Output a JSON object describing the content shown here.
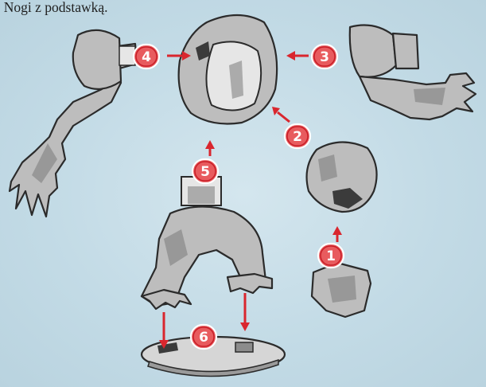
{
  "caption": ". Nogi z podstawką.",
  "accent_color": "#d9262e",
  "steps": [
    {
      "number": "1",
      "target": "head-jaw"
    },
    {
      "number": "2",
      "target": "torso"
    },
    {
      "number": "3",
      "target": "torso"
    },
    {
      "number": "4",
      "target": "torso"
    },
    {
      "number": "5",
      "target": "torso"
    },
    {
      "number": "6",
      "target": "base"
    }
  ]
}
